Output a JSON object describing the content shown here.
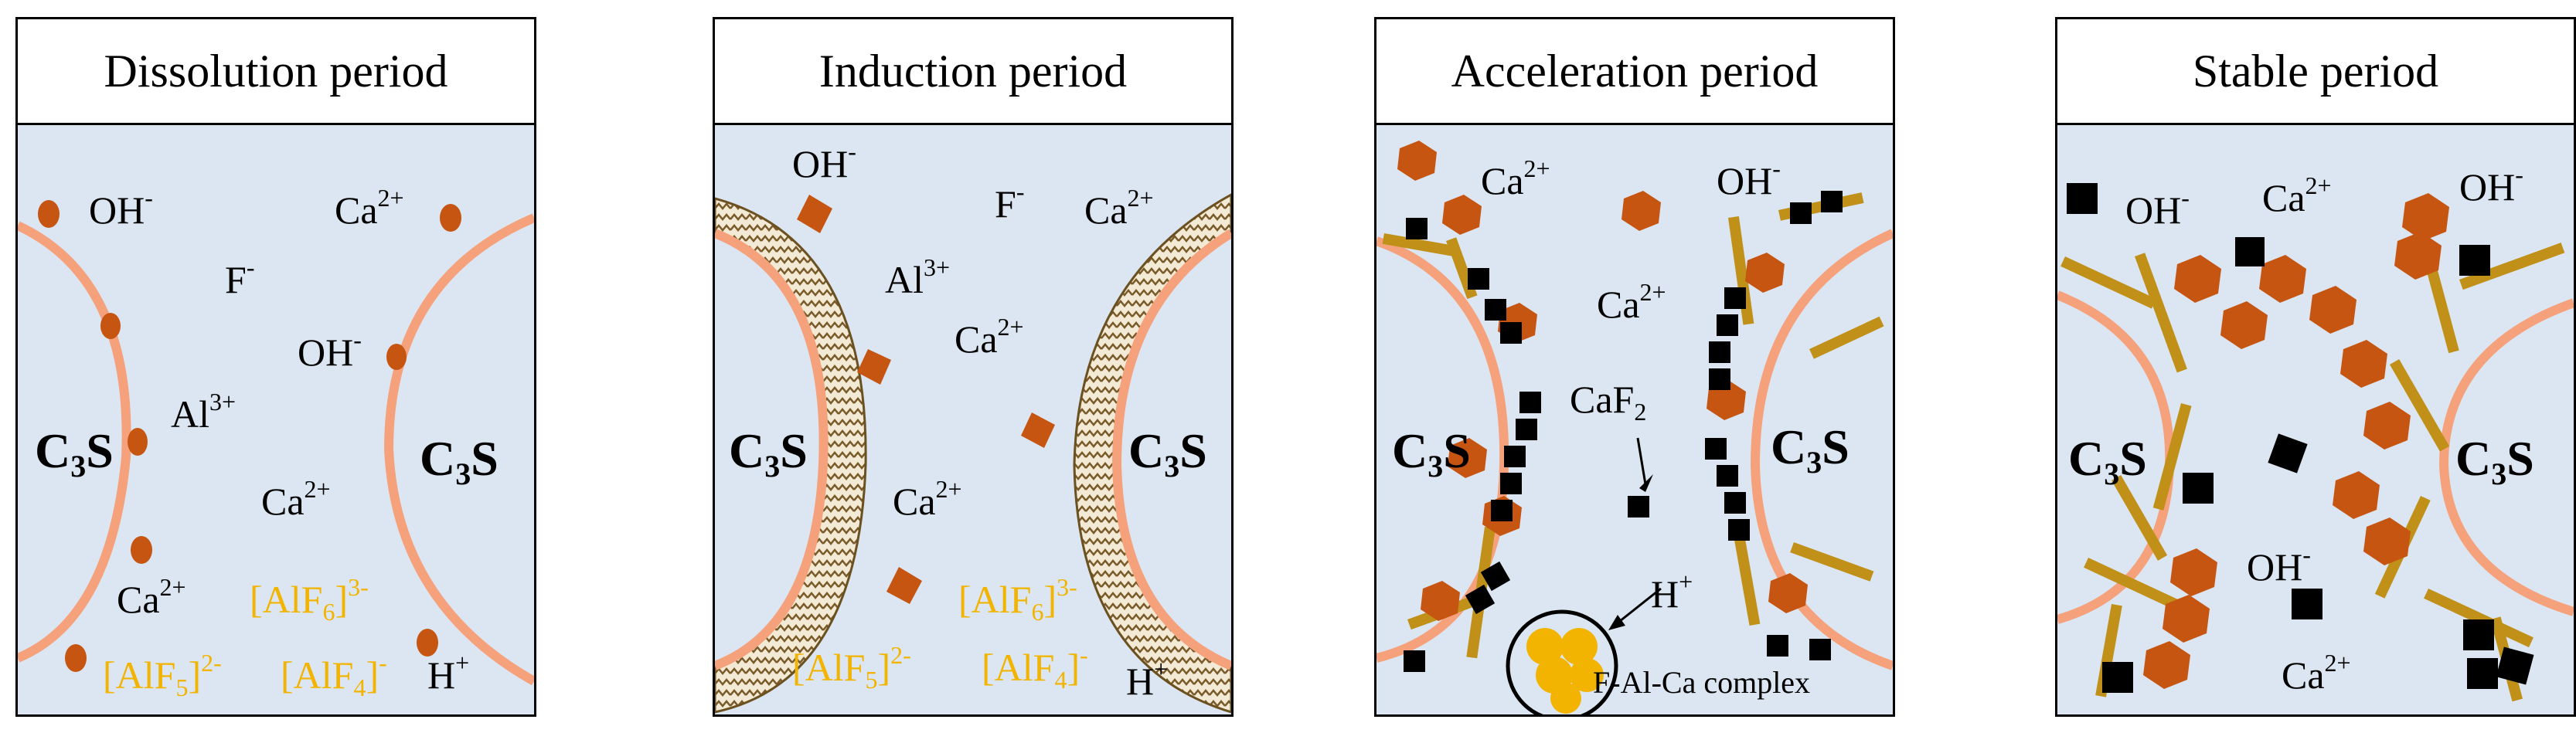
{
  "colors": {
    "panel_bg": "#dbe6f2",
    "grain_edge": "#f5a27c",
    "particle": "#c65512",
    "hydrate": "#c09018",
    "fluoride_complex": "#f2b400",
    "caf2": "#000000"
  },
  "panels": [
    {
      "title": "Dissolution period",
      "labels": {
        "oh1": "OH",
        "oh1_sup": "-",
        "ca1": "Ca",
        "ca1_sup": "2+",
        "f": "F",
        "f_sup": "-",
        "oh2": "OH",
        "oh2_sup": "-",
        "al": "Al",
        "al_sup": "3+",
        "ca2": "Ca",
        "ca2_sup": "2+",
        "ca3": "Ca",
        "ca3_sup": "2+",
        "alf6": "[AlF",
        "alf6_sub": "6",
        "alf6_end": "]",
        "alf6_sup": "3-",
        "alf5": "[AlF",
        "alf5_sub": "5",
        "alf5_end": "]",
        "alf5_sup": "2-",
        "alf4": "[AlF",
        "alf4_sub": "4",
        "alf4_end": "]",
        "alf4_sup": "-",
        "h": "H",
        "h_sup": "+",
        "c3s_left": "C",
        "c3s_left_sub": "3",
        "c3s_left_end": "S",
        "c3s_right": "C",
        "c3s_right_sub": "3",
        "c3s_right_end": "S"
      }
    },
    {
      "title": "Induction period",
      "labels": {
        "oh": "OH",
        "oh_sup": "-",
        "f": "F",
        "f_sup": "-",
        "ca1": "Ca",
        "ca1_sup": "2+",
        "al": "Al",
        "al_sup": "3+",
        "ca2": "Ca",
        "ca2_sup": "2+",
        "ca3": "Ca",
        "ca3_sup": "2+",
        "alf6": "[AlF",
        "alf6_sub": "6",
        "alf6_end": "]",
        "alf6_sup": "3-",
        "alf5": "[AlF",
        "alf5_sub": "5",
        "alf5_end": "]",
        "alf5_sup": "2-",
        "alf4": "[AlF",
        "alf4_sub": "4",
        "alf4_end": "]",
        "alf4_sup": "-",
        "h": "H",
        "h_sup": "+",
        "c3s_left": "C",
        "c3s_left_sub": "3",
        "c3s_left_end": "S",
        "c3s_right": "C",
        "c3s_right_sub": "3",
        "c3s_right_end": "S"
      }
    },
    {
      "title": "Acceleration  period",
      "labels": {
        "ca1": "Ca",
        "ca1_sup": "2+",
        "oh": "OH",
        "oh_sup": "-",
        "ca2": "Ca",
        "ca2_sup": "2+",
        "caf2": "CaF",
        "caf2_sub": "2",
        "h": "H",
        "h_sup": "+",
        "complex": "F-Al-Ca complex",
        "c3s_left": "C",
        "c3s_left_sub": "3",
        "c3s_left_end": "S",
        "c3s_right": "C",
        "c3s_right_sub": "3",
        "c3s_right_end": "S"
      }
    },
    {
      "title": "Stable period",
      "labels": {
        "oh1": "OH",
        "oh1_sup": "-",
        "ca1": "Ca",
        "ca1_sup": "2+",
        "oh2": "OH",
        "oh2_sup": "-",
        "oh3": "OH",
        "oh3_sup": "-",
        "ca2": "Ca",
        "ca2_sup": "2+",
        "c3s_left": "C",
        "c3s_left_sub": "3",
        "c3s_left_end": "S",
        "c3s_right": "C",
        "c3s_right_sub": "3",
        "c3s_right_end": "S"
      }
    }
  ]
}
